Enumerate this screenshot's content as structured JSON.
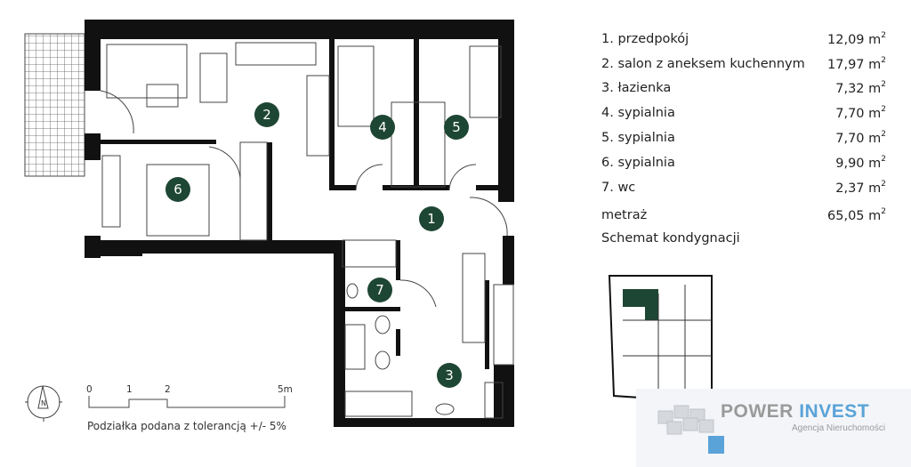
{
  "rooms": [
    {
      "num": "1",
      "name": "1. przedpokój",
      "area": "12,09 m",
      "unit_sup": "2"
    },
    {
      "num": "2",
      "name": "2. salon z aneksem kuchennym",
      "area": "17,97 m",
      "unit_sup": "2"
    },
    {
      "num": "3",
      "name": "3. łazienka",
      "area": "7,32 m",
      "unit_sup": "2"
    },
    {
      "num": "4",
      "name": "4. sypialnia",
      "area": "7,70 m",
      "unit_sup": "2"
    },
    {
      "num": "5",
      "name": "5. sypialnia",
      "area": "7,70 m",
      "unit_sup": "2"
    },
    {
      "num": "6",
      "name": "6. sypialnia",
      "area": "9,90 m",
      "unit_sup": "2"
    },
    {
      "num": "7",
      "name": "7. wc",
      "area": "2,37 m",
      "unit_sup": "2"
    }
  ],
  "total": {
    "label": "metraż",
    "area": "65,05 m",
    "unit_sup": "2"
  },
  "schema_label": "Schemat kondygnacji",
  "scale": {
    "ticks": [
      "0",
      "1",
      "2",
      "5m"
    ],
    "caption": "Podziałka podana z tolerancją +/- 5%"
  },
  "compass": {
    "label": "N"
  },
  "logo": {
    "word1": "POWER",
    "word2": "INVEST",
    "subtitle": "Agencja Nieruchomości"
  },
  "colors": {
    "marker": "#1e4634",
    "wall": "#111111",
    "brand_grey": "#9a9a9a",
    "brand_blue": "#5aa3d8"
  }
}
